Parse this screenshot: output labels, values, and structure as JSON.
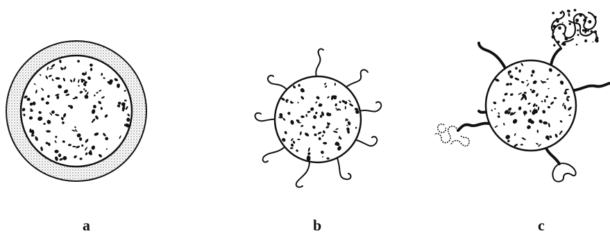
{
  "panels": [
    {
      "label": "a"
    },
    {
      "label": "b"
    },
    {
      "label": "c"
    }
  ],
  "colors": {
    "ink": "#111111",
    "background": "#ffffff",
    "shell_dots": "#555555"
  }
}
